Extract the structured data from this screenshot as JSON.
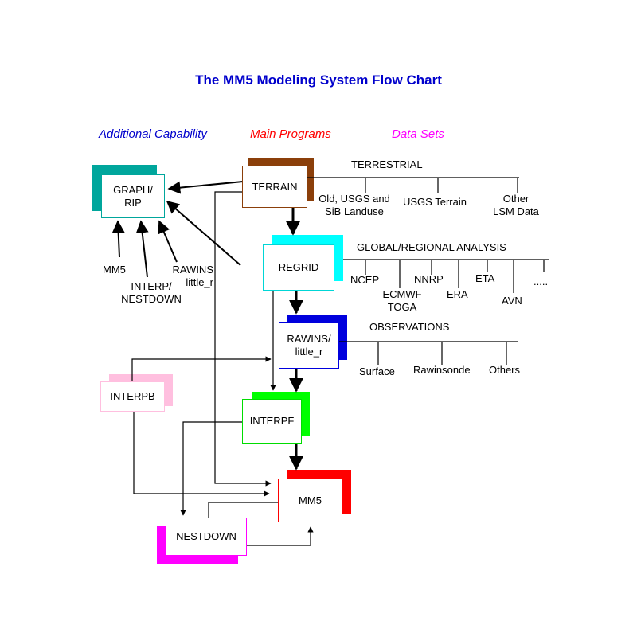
{
  "title": "The MM5 Modeling System Flow Chart",
  "legend": {
    "additional": {
      "label": "Additional Capability",
      "color": "#0000cc"
    },
    "main": {
      "label": "Main Programs",
      "color": "#ff0000"
    },
    "datasets": {
      "label": "Data Sets",
      "color": "#ff00ff"
    }
  },
  "boxes": {
    "graph_rip": {
      "line1": "GRAPH/",
      "line2": "RIP",
      "color": "#00a69c"
    },
    "terrain": {
      "label": "TERRAIN",
      "color": "#8b3f0a"
    },
    "regrid": {
      "label": "REGRID",
      "color": "#00ffff"
    },
    "rawins": {
      "line1": "RAWINS/",
      "line2": "little_r",
      "color": "#0000dd"
    },
    "interpb": {
      "label": "INTERPB",
      "color": "#ffbfdf"
    },
    "interpf": {
      "label": "INTERPF",
      "color": "#00ff00"
    },
    "mm5": {
      "label": "MM5",
      "color": "#ff0000"
    },
    "nestdown": {
      "label": "NESTDOWN",
      "color": "#ff00ff"
    }
  },
  "terrestrial": {
    "header": "TERRESTRIAL",
    "old_usgs": {
      "line1": "Old, USGS and",
      "line2": "SiB Landuse"
    },
    "usgs_terrain": "USGS Terrain",
    "other_lsm": {
      "line1": "Other",
      "line2": "LSM Data"
    }
  },
  "analysis": {
    "header": "GLOBAL/REGIONAL ANALYSIS",
    "ncep": "NCEP",
    "ecmwf": {
      "line1": "ECMWF",
      "line2": "TOGA"
    },
    "nnrp": "NNRP",
    "era": "ERA",
    "eta": "ETA",
    "avn": "AVN",
    "dots": "....."
  },
  "observations": {
    "header": "OBSERVATIONS",
    "surface": "Surface",
    "rawinsonde": "Rawinsonde",
    "others": "Others"
  },
  "graph_inputs": {
    "mm5": "MM5",
    "interp": {
      "line1": "INTERP/",
      "line2": "NESTDOWN"
    },
    "rawins": {
      "line1": "RAWINS",
      "line2": "little_r"
    }
  }
}
